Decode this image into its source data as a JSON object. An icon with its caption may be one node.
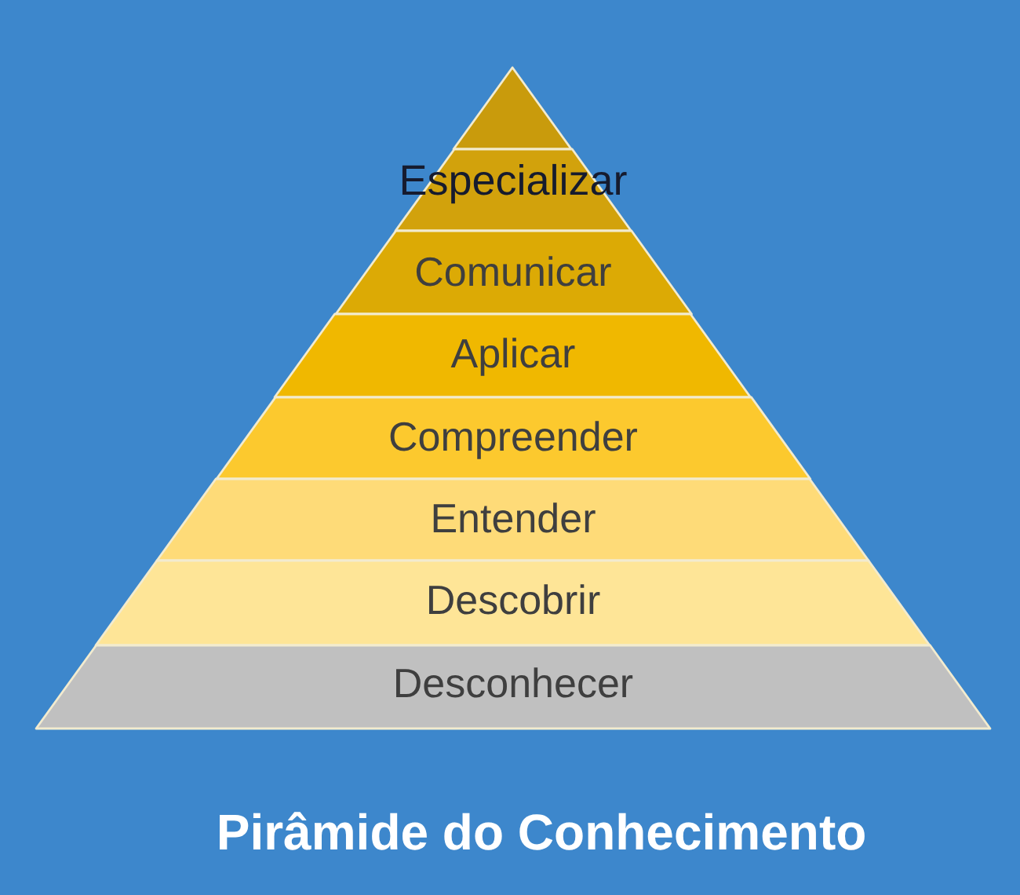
{
  "diagram": {
    "title": "Pirâmide do Conhecimento",
    "nodes": [
      {
        "text": [],
        "shape": "triangle"
      },
      {
        "text": [
          "Especializar"
        ]
      },
      {
        "text": [
          "Comunicar"
        ]
      },
      {
        "text": [
          "Aplicar"
        ]
      },
      {
        "text": [
          "Compreender"
        ]
      },
      {
        "text": [
          "Entender"
        ]
      },
      {
        "text": [
          "Descobrir"
        ]
      },
      {
        "text": [
          "Desconhecer"
        ]
      }
    ]
  }
}
